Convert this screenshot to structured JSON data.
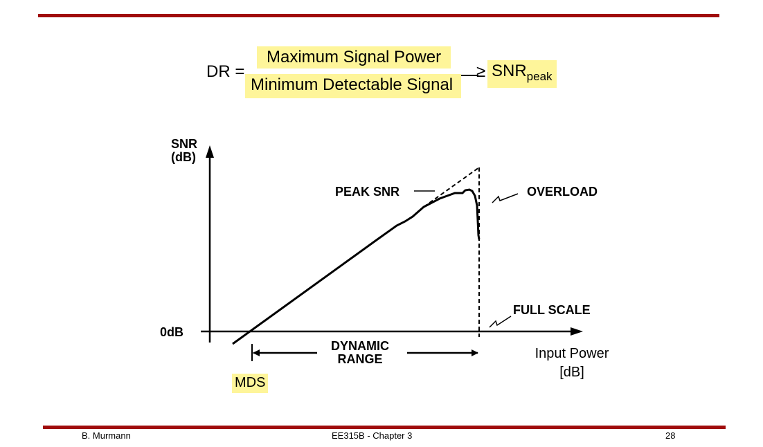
{
  "colors": {
    "rule": "#a00c0c",
    "highlight": "#fef59a",
    "ink": "#000000"
  },
  "formula": {
    "lhs": "DR =",
    "numerator": "Maximum Signal Power",
    "denominator": "Minimum Detectable Signal",
    "relation": "≥",
    "rhs_main": "SNR",
    "rhs_sub": "peak"
  },
  "diagram": {
    "y_axis_label_line1": "SNR",
    "y_axis_label_line2": "(dB)",
    "zero_label": "0dB",
    "x_axis_label_line1": "Input Power",
    "x_axis_label_line2": "[dB]",
    "peak_label": "PEAK SNR",
    "overload_label": "OVERLOAD",
    "full_scale_label": "FULL SCALE",
    "range_label_line1": "DYNAMIC",
    "range_label_line2": "RANGE",
    "mds_label": "MDS"
  },
  "footer": {
    "author": "B. Murmann",
    "course": "EE315B - Chapter 3",
    "page": "28"
  }
}
